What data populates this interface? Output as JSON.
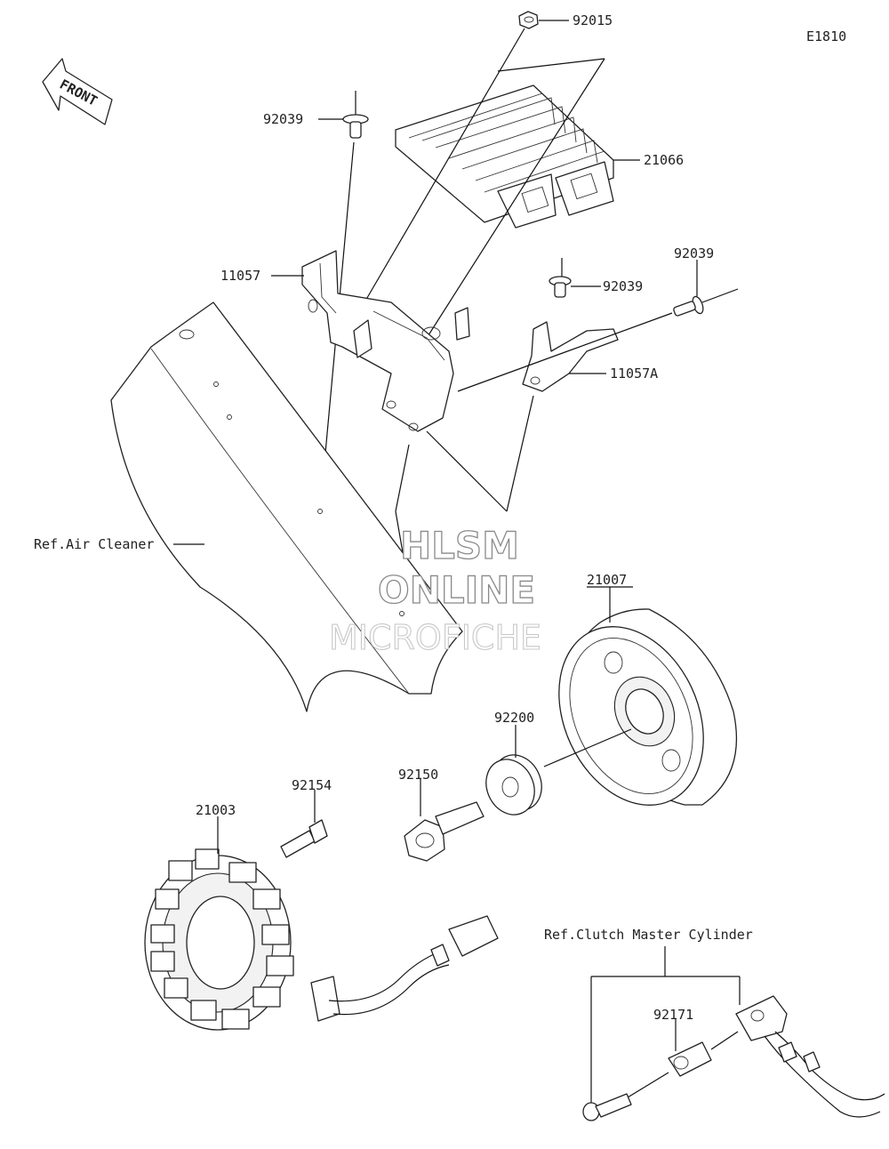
{
  "diagram_code": "E1810",
  "front_label": "FRONT",
  "callouts": {
    "p92015": "92015",
    "p92039a": "92039",
    "p21066": "21066",
    "p11057": "11057",
    "p92039b": "92039",
    "p92039c": "92039",
    "p11057A": "11057A",
    "ref_air": "Ref.Air Cleaner",
    "p21007": "21007",
    "p92200": "92200",
    "p92150": "92150",
    "p92154": "92154",
    "p21003": "21003",
    "ref_clutch": "Ref.Clutch Master Cylinder",
    "p92171": "92171"
  },
  "watermark": {
    "line1": "HLSM",
    "line2": "ONLINE",
    "line3": "MICROFICHE"
  }
}
